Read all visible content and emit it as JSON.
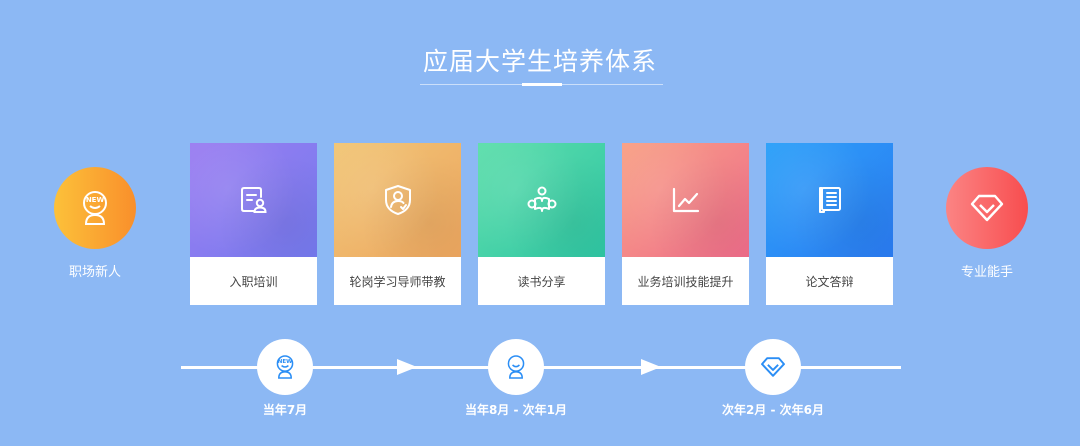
{
  "header": {
    "title": "应届大学生培养体系"
  },
  "endpoints": {
    "start": {
      "label": "职场新人",
      "icon": "new-person-icon",
      "color_from": "#fcc13a",
      "color_to": "#f98f2b"
    },
    "end": {
      "label": "专业能手",
      "icon": "diamond-icon",
      "color_from": "#fb8484",
      "color_to": "#f84d4f"
    }
  },
  "stages": [
    {
      "label": "入职培训",
      "icon": "document-person-icon",
      "color": "#8a7cf0"
    },
    {
      "label": "轮岗学习导师带教",
      "icon": "shield-person-icon",
      "color": "#efb66a"
    },
    {
      "label": "读书分享",
      "icon": "reading-person-icon",
      "color": "#45d2a7"
    },
    {
      "label": "业务培训技能提升",
      "icon": "line-chart-icon",
      "color": "#f48788"
    },
    {
      "label": "论文答辩",
      "icon": "scroll-icon",
      "color": "#2b8ef5"
    }
  ],
  "timeline": {
    "milestones": [
      {
        "label": "当年7月",
        "icon": "new-person-icon"
      },
      {
        "label": "当年8月 - 次年1月",
        "icon": "smile-person-icon"
      },
      {
        "label": "次年2月 - 次年6月",
        "icon": "diamond-icon"
      }
    ],
    "accent_color": "#2b8ef5"
  }
}
